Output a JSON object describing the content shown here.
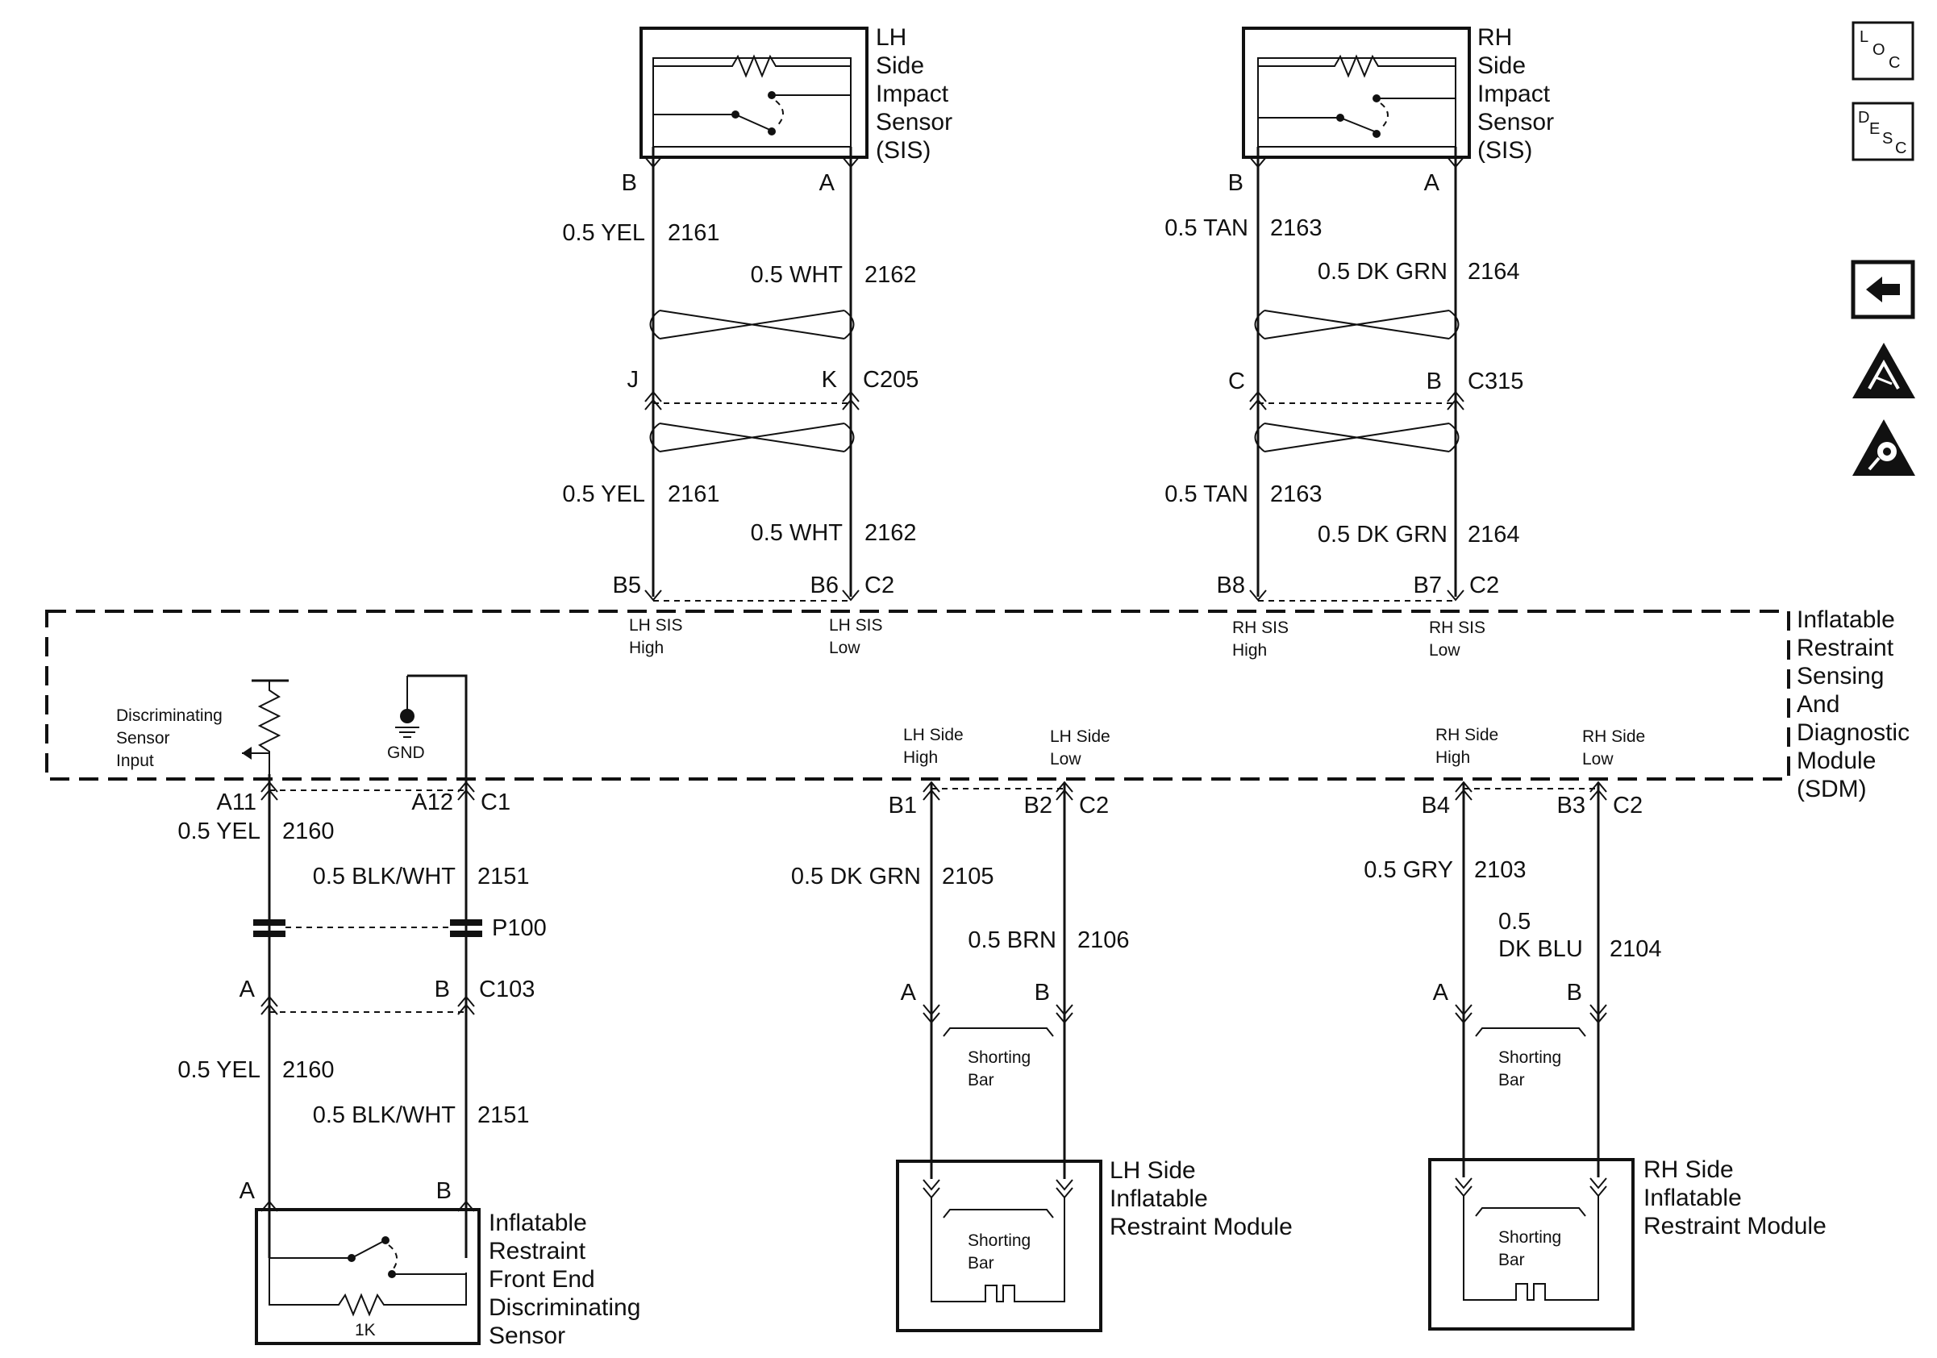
{
  "components": {
    "lh_sis": [
      "LH",
      "Side",
      "Impact",
      "Sensor",
      "(SIS)"
    ],
    "rh_sis": [
      "RH",
      "Side",
      "Impact",
      "Sensor",
      "(SIS)"
    ],
    "sdm": [
      "Inflatable",
      "Restraint",
      "Sensing",
      "And",
      "Diagnostic",
      "Module",
      "(SDM)"
    ],
    "discriminating": [
      "Inflatable",
      "Restraint",
      "Front End",
      "Discriminating",
      "Sensor"
    ],
    "lh_module": [
      "LH Side",
      "Inflatable",
      "Restraint Module"
    ],
    "rh_module": [
      "RH Side",
      "Inflatable",
      "Restraint Module"
    ],
    "discriminating_resistor": "1K"
  },
  "lh_sis_circuit": {
    "pin_high": "B",
    "pin_low": "A",
    "wire_high": {
      "label": "0.5 YEL",
      "circuit": "2161"
    },
    "wire_low": {
      "label": "0.5 WHT",
      "circuit": "2162"
    },
    "connector": {
      "pin_high": "J",
      "pin_low": "K",
      "name": "C205"
    },
    "sdm_pin_high": "B5",
    "sdm_pin_low": "B6",
    "sdm_connector": "C2",
    "sdm_label_high": [
      "LH SIS",
      "High"
    ],
    "sdm_label_low": [
      "LH SIS",
      "Low"
    ]
  },
  "rh_sis_circuit": {
    "pin_high": "B",
    "pin_low": "A",
    "wire_high": {
      "label": "0.5 TAN",
      "circuit": "2163"
    },
    "wire_low": {
      "label": "0.5 DK GRN",
      "circuit": "2164"
    },
    "connector": {
      "pin_high": "C",
      "pin_low": "B",
      "name": "C315"
    },
    "sdm_pin_high": "B8",
    "sdm_pin_low": "B7",
    "sdm_connector": "C2",
    "sdm_label_high": [
      "RH SIS",
      "High"
    ],
    "sdm_label_low": [
      "RH SIS",
      "Low"
    ]
  },
  "discriminating_circuit": {
    "sdm_input_label": [
      "Discriminating",
      "Sensor",
      "Input"
    ],
    "ground_label": "GND",
    "sdm_pin_a": "A11",
    "sdm_pin_b": "A12",
    "sdm_connector": "C1",
    "wire_a": {
      "label": "0.5 YEL",
      "circuit": "2160"
    },
    "wire_b": {
      "label": "0.5 BLK/WHT",
      "circuit": "2151"
    },
    "splice": "P100",
    "connector": {
      "pin_a": "A",
      "pin_b": "B",
      "name": "C103"
    },
    "sensor_pin_a": "A",
    "sensor_pin_b": "B"
  },
  "lh_module_circuit": {
    "sdm_label_high": [
      "LH Side",
      "High"
    ],
    "sdm_label_low": [
      "LH Side",
      "Low"
    ],
    "sdm_pin_high": "B1",
    "sdm_pin_low": "B2",
    "sdm_connector": "C2",
    "wire_high": {
      "label": "0.5 DK GRN",
      "circuit": "2105"
    },
    "wire_low": {
      "label": "0.5 BRN",
      "circuit": "2106"
    },
    "pin_a": "A",
    "pin_b": "B",
    "shorting_bar": [
      "Shorting",
      "Bar"
    ]
  },
  "rh_module_circuit": {
    "sdm_label_high": [
      "RH Side",
      "High"
    ],
    "sdm_label_low": [
      "RH Side",
      "Low"
    ],
    "sdm_pin_high": "B4",
    "sdm_pin_low": "B3",
    "sdm_connector": "C2",
    "wire_high": {
      "label": "0.5 GRY",
      "circuit": "2103"
    },
    "wire_low": {
      "label_lines": [
        "0.5",
        "DK BLU"
      ],
      "circuit": "2104"
    },
    "pin_a": "A",
    "pin_b": "B",
    "shorting_bar": [
      "Shorting",
      "Bar"
    ]
  },
  "side_icons": {
    "loc": [
      "L",
      "O",
      "C"
    ],
    "desc": [
      "D",
      "E",
      "S",
      "C"
    ],
    "back_icon": "back-arrow-icon",
    "esd_icon": "esd-warning-icon",
    "airbag_icon": "airbag-warning-icon"
  }
}
